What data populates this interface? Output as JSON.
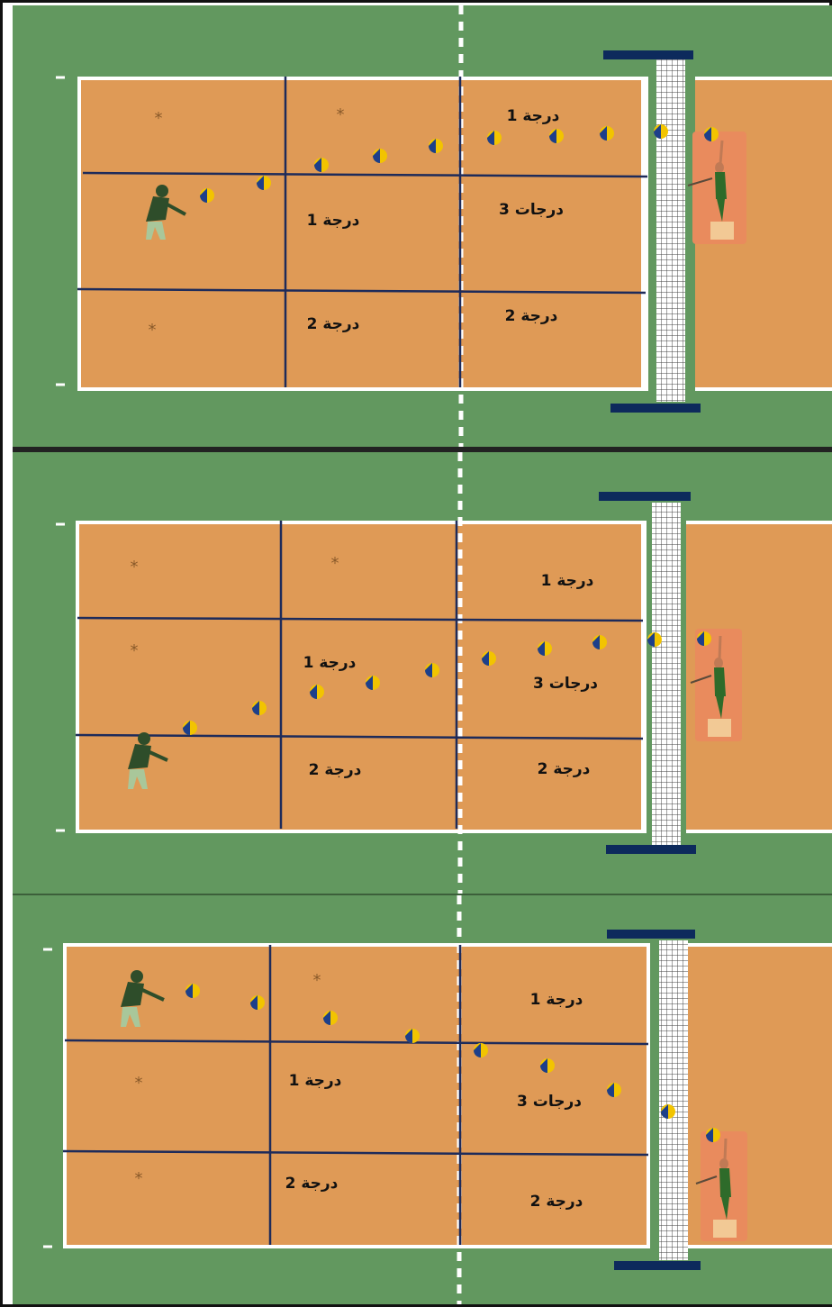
{
  "colors": {
    "field": "#62985f",
    "court": "#df9a56",
    "court_line": "#ffffff",
    "zone_line": "#1e2b5a",
    "net_post": "#0d2a5c",
    "net_mesh": "#444444",
    "ball_yellow": "#f2c400",
    "ball_blue": "#1d3f8a",
    "player": "#2e4d2a",
    "player_legs": "#a9c79a",
    "setter_bg": "#e98b5d",
    "marker": "#8a5a2a"
  },
  "icons": {
    "ball": "volleyball-icon",
    "marker": "asterisk-marker-icon",
    "receiver": "receiving-player-icon",
    "setter": "setter-player-icon"
  },
  "panels": [
    {
      "id": "panel-1",
      "zones": [
        {
          "text": "1 درجة"
        },
        {
          "text": "1 درجة"
        },
        {
          "text": "3 درجات"
        },
        {
          "text": "2 درجة"
        },
        {
          "text": "2 درجة"
        }
      ]
    },
    {
      "id": "panel-2",
      "zones": [
        {
          "text": "1 درجة"
        },
        {
          "text": "1 درجة"
        },
        {
          "text": "3 درجات"
        },
        {
          "text": "2 درجة"
        },
        {
          "text": "2 درجة"
        }
      ]
    },
    {
      "id": "panel-3",
      "zones": [
        {
          "text": "1 درجة"
        },
        {
          "text": "1 درجة"
        },
        {
          "text": "3 درجات"
        },
        {
          "text": "2 درجة"
        },
        {
          "text": "2 درجة"
        }
      ]
    }
  ]
}
